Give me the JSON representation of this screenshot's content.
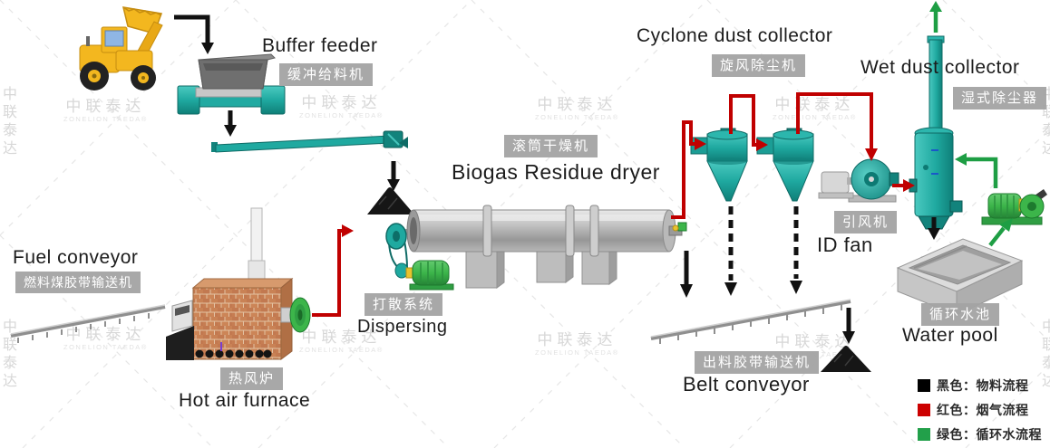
{
  "equipment": {
    "buffer_feeder": {
      "en": "Buffer feeder",
      "zh": "缓冲给料机"
    },
    "dryer": {
      "en": "Biogas Residue dryer",
      "zh": "滚筒干燥机"
    },
    "cyclone_dust_collector": {
      "en": "Cyclone dust collector",
      "zh": "旋风除尘机"
    },
    "wet_dust_collector": {
      "en": "Wet dust collector",
      "zh": "湿式除尘器"
    },
    "id_fan": {
      "en": "ID fan",
      "zh": "引风机"
    },
    "fuel_conveyor": {
      "en": "Fuel conveyor",
      "zh": "燃料煤胶带输送机"
    },
    "hot_air_furnace": {
      "en": "Hot air furnace",
      "zh": "热风炉"
    },
    "dispersing": {
      "en": "Dispersing",
      "zh": "打散系统"
    },
    "belt_conveyor": {
      "en": "Belt conveyor",
      "zh": "出料胶带输送机"
    },
    "water_pool": {
      "en": "Water pool",
      "zh": "循环水池"
    }
  },
  "legend": [
    {
      "color": "#000000",
      "label": "黑色：物料流程"
    },
    {
      "color": "#cc0000",
      "label": "红色：烟气流程"
    },
    {
      "color": "#22a04a",
      "label": "绿色：循环水流程"
    }
  ],
  "watermark": {
    "cn": "中联泰达",
    "en": "ZONELION TAEDA®"
  },
  "flow_colors": {
    "material": "#111111",
    "flue_gas": "#c00000",
    "circulating_water": "#1e9e44"
  }
}
